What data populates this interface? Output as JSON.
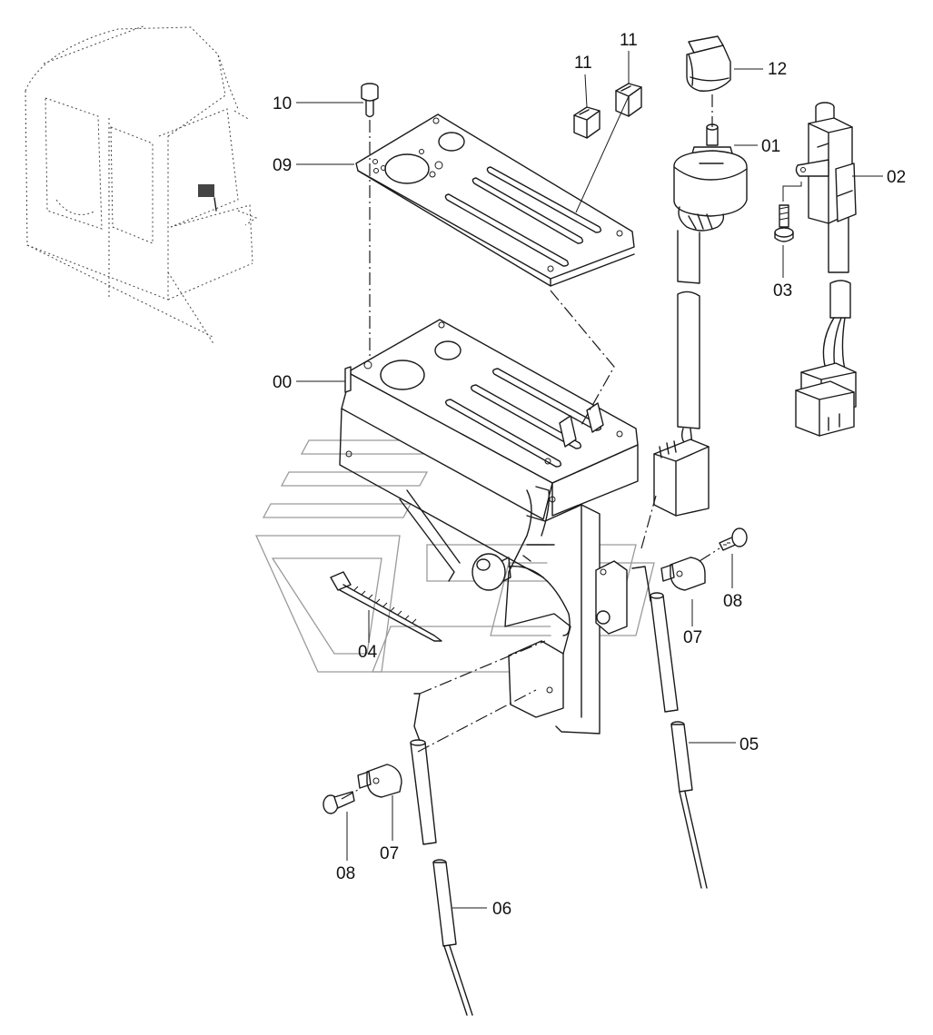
{
  "diagram": {
    "callouts": {
      "c00": "00",
      "c01": "01",
      "c02": "02",
      "c03": "03",
      "c04": "04",
      "c05": "05",
      "c06": "06",
      "c07a": "07",
      "c07b": "07",
      "c08a": "08",
      "c08b": "08",
      "c09": "09",
      "c10": "10",
      "c11a": "11",
      "c11b": "11",
      "c12": "12"
    }
  }
}
